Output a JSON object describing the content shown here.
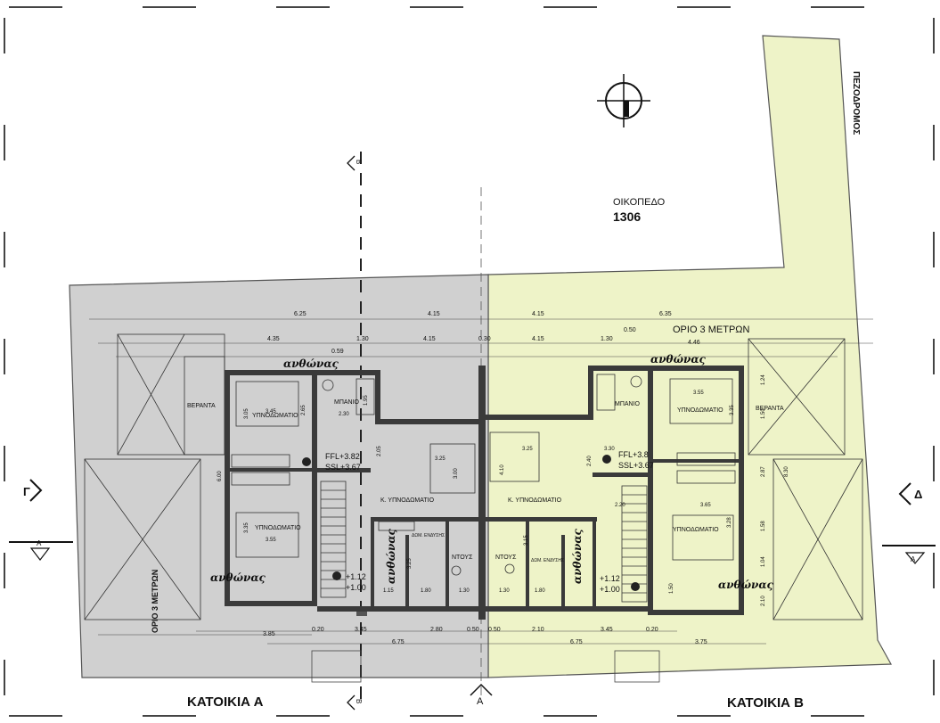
{
  "plot": {
    "label": "ΟΙΚΟΠΕΔΟ",
    "number": "1306"
  },
  "road_label": "ΠΕΖΟΔΡΟΜΟΣ",
  "setback_labels": {
    "top": "ΟΡΙΟ 3 ΜΕΤΡΩΝ",
    "left": "ΟΡΙΟ 3 ΜΕΤΡΩΝ"
  },
  "houses": {
    "a": "ΚΑΤΟΙΚΙΑ Α",
    "b": "ΚΑΤΟΙΚΙΑ Β"
  },
  "section_marks": {
    "a_left": "Α",
    "a_right": "Α",
    "a_bottom": "Α",
    "b_top": "Β",
    "b_bottom": "Β",
    "gamma": "Γ",
    "delta": "Δ"
  },
  "rooms": {
    "a_bedroom1": "ΥΠΝΟΔΩΜΑΤΙΟ",
    "a_bedroom2": "ΥΠΝΟΔΩΜΑΤΙΟ",
    "a_master": "Κ. ΥΠΝΟΔΩΜΑΤΙΟ",
    "a_bath": "ΜΠΑΝΙΟ",
    "a_shower": "ΝΤΟΥΣ",
    "a_dressing": "ΔΩΜ. ΕΝΔΥΣΗΣ",
    "a_veranda": "ΒΕΡΑΝΤΑ",
    "b_bedroom1": "ΥΠΝΟΔΩΜΑΤΙΟ",
    "b_bedroom2": "ΥΠΝΟΔΩΜΑΤΙΟ",
    "b_master": "Κ. ΥΠΝΟΔΩΜΑΤΙΟ",
    "b_bath": "ΜΠΑΝΙΟ",
    "b_shower": "ΝΤΟΥΣ",
    "b_dressing": "ΔΩΜ. ΕΝΔΥΣΗΣ",
    "b_veranda": "ΒΕΡΑΝΤΑ"
  },
  "planters": {
    "a_top": "ανθώνας",
    "a_bottom": "ανθώνας",
    "a_mid": "ανθώνας",
    "b_top": "ανθώνας",
    "b_bottom": "ανθώνας",
    "b_mid": "ανθώνας"
  },
  "levels": {
    "a_ffl": "FFL+3.82",
    "a_ssl": "SSL+3.67",
    "a_l1": "+1.12",
    "a_l2": "+1.00",
    "b_ffl": "FFL+3.8",
    "b_ssl": "SSL+3.67",
    "b_l1": "+1.12",
    "b_l2": "+1.00"
  },
  "dimensions": {
    "top_a1": "6.25",
    "top_a2": "4.15",
    "top_b1": "4.15",
    "top_b2": "6.35",
    "r2_a1": "4.35",
    "r2_a2": "1.30",
    "r2_a3": "4.15",
    "r2_mid": "0.30",
    "r2_b1": "4.15",
    "r2_b2": "1.30",
    "r2_b3": "0.50",
    "r2_b4": "4.46",
    "a_059": "0.59",
    "a_bed1_w": "3.45",
    "a_bed1_h": "3.05",
    "a_2_65": "2.65",
    "a_bath_w": "2.30",
    "a_1_95": "1.95",
    "a_master_w": "3.25",
    "a_master_h": "3.00",
    "a_2_05": "2.05",
    "a_6_00": "6.00",
    "a_bed2_h": "3.35",
    "a_bed2_w": "3.55",
    "a_3_25": "3.25",
    "a_1_15": "1.15",
    "a_1_80": "1.80",
    "a_1_30": "1.30",
    "b_bed1_w": "3.55",
    "b_bed1_h": "3.35",
    "b_1_24": "1.24",
    "b_1_50": "1.50",
    "b_master_w": "3.25",
    "b_master_h": "4.10",
    "b_3_30": "3.30",
    "b_2_40": "2.40",
    "b_bed2_w": "3.65",
    "b_bed2_h": "3.28",
    "b_2_87": "2.87",
    "b_8_30": "8.30",
    "b_1_58": "1.58",
    "b_1_04": "1.04",
    "b_2_10": "2.10",
    "b_2_20": "2.20",
    "b_3_15": "3.15",
    "b_1_30": "1.30",
    "b_1_80": "1.80",
    "b_1_50b": "1.50",
    "bot_a1": "3.85",
    "bot_a2": "0.20",
    "bot_a3": "3.45",
    "bot_a4": "2.80",
    "bot_a5": "0.50",
    "bot_b1": "0.50",
    "bot_b2": "2.10",
    "bot_b3": "3.45",
    "bot_b4": "0.20",
    "bot2_a": "6.75",
    "bot2_b": "6.75",
    "bot2_c": "3.75"
  },
  "colors": {
    "house_a": "#d0d0d0",
    "house_b": "#eef3c8",
    "plot": "#eef3c8",
    "wall": "#3a3a3a"
  },
  "icons": {
    "north": "north-arrow-icon"
  }
}
